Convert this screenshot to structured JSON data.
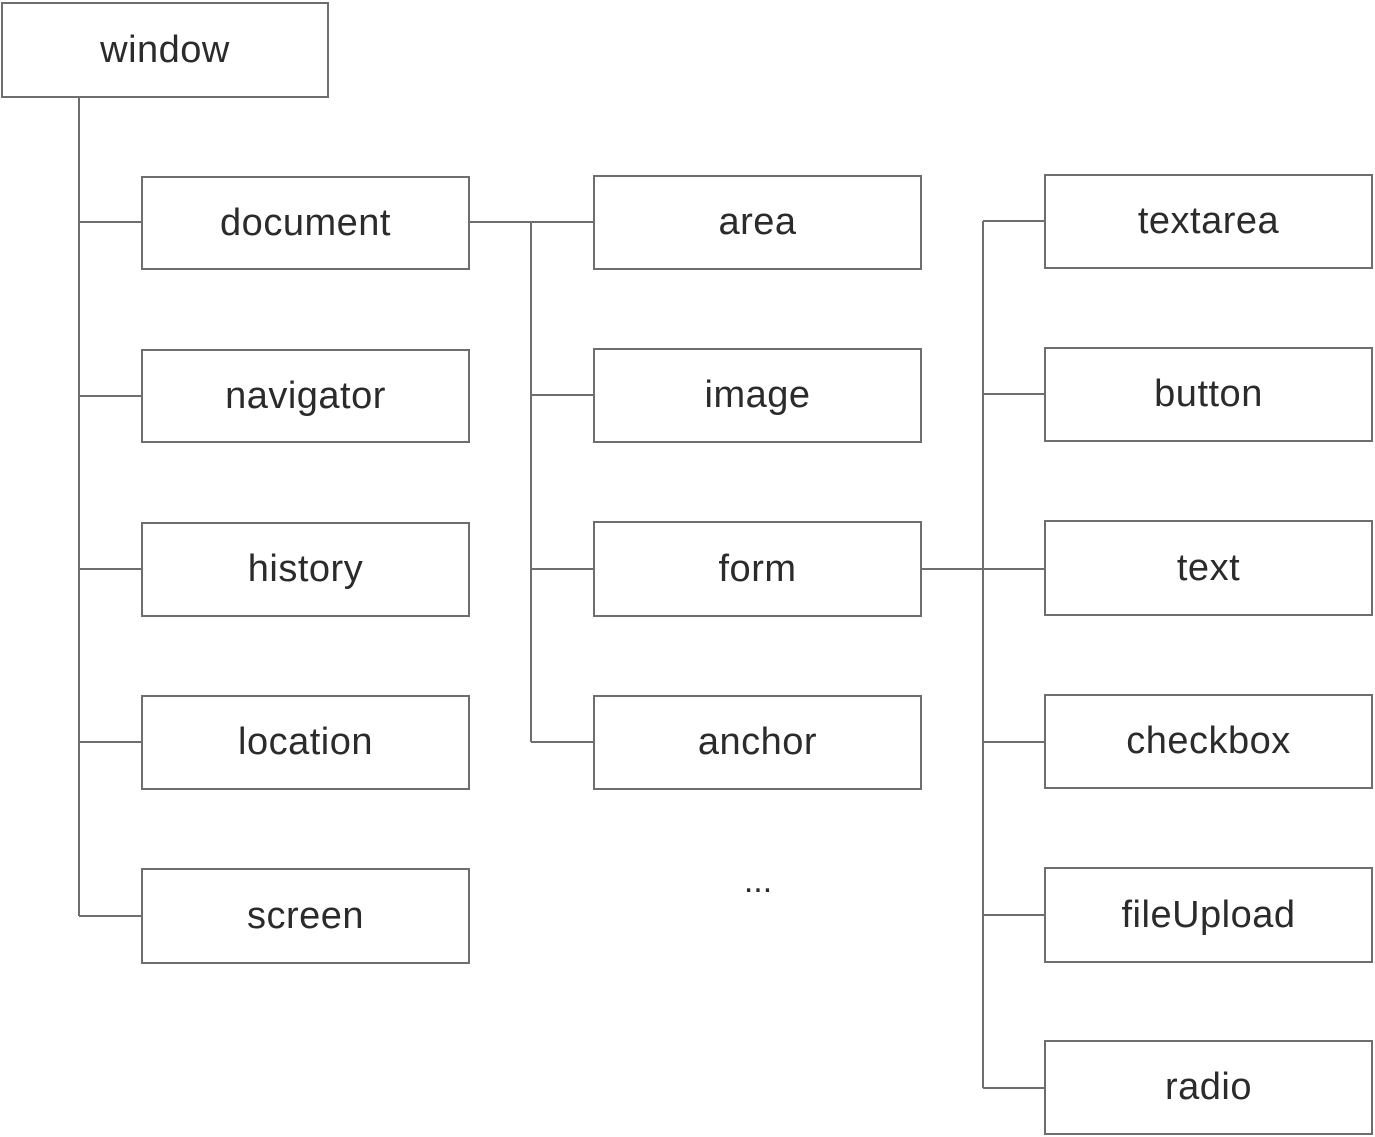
{
  "nodes": {
    "window": "window",
    "document": "document",
    "navigator": "navigator",
    "history": "history",
    "location": "location",
    "screen": "screen",
    "area": "area",
    "image": "image",
    "form": "form",
    "anchor": "anchor",
    "textarea": "textarea",
    "button": "button",
    "text": "text",
    "checkbox": "checkbox",
    "fileUpload": "fileUpload",
    "radio": "radio",
    "more": "..."
  },
  "edges": [
    [
      "window",
      "document"
    ],
    [
      "window",
      "navigator"
    ],
    [
      "window",
      "history"
    ],
    [
      "window",
      "location"
    ],
    [
      "window",
      "screen"
    ],
    [
      "document",
      "area"
    ],
    [
      "document",
      "image"
    ],
    [
      "document",
      "form"
    ],
    [
      "document",
      "anchor"
    ],
    [
      "form",
      "textarea"
    ],
    [
      "form",
      "button"
    ],
    [
      "form",
      "text"
    ],
    [
      "form",
      "checkbox"
    ],
    [
      "form",
      "fileUpload"
    ],
    [
      "form",
      "radio"
    ]
  ],
  "colors": {
    "line": "#6e6e6e",
    "border": "#6e6e6e",
    "text": "#2b2b2b"
  }
}
